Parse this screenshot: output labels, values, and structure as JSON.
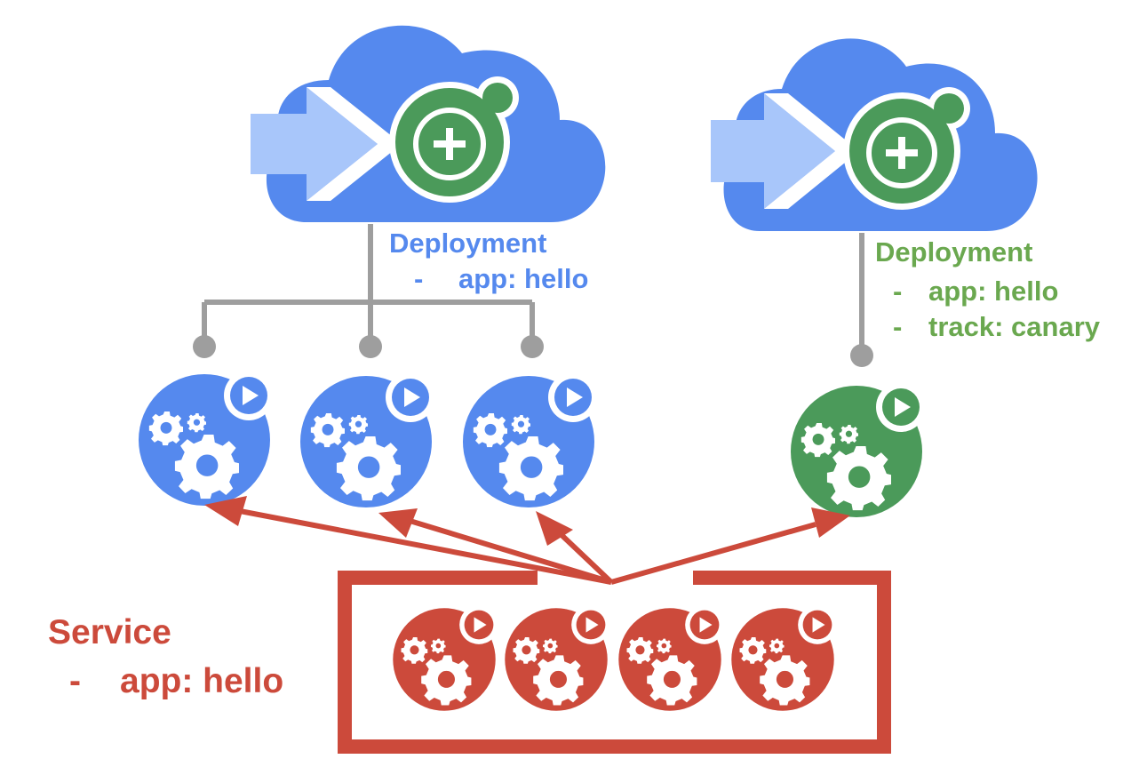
{
  "colors": {
    "blue": "#5589ee",
    "light_blue": "#a8c6fa",
    "green": "#4b9a5a",
    "label_green": "#6aa84f",
    "red": "#cc4a3b",
    "connector_gray": "#9e9e9e"
  },
  "icons": {
    "deployment": "cloud-deployment-icon",
    "pod": "gear-pod-icon",
    "pod_badge": "play-icon"
  },
  "deployments": [
    {
      "id": "stable",
      "color": "blue",
      "title": "Deployment",
      "labels": [
        "app: hello"
      ],
      "pod_count": 3
    },
    {
      "id": "canary",
      "color": "green",
      "title": "Deployment",
      "labels": [
        "app: hello",
        "track: canary"
      ],
      "pod_count": 1
    }
  ],
  "service": {
    "color": "red",
    "title": "Service",
    "labels": [
      "app: hello"
    ],
    "pod_count": 4,
    "routes_to_pods": 4
  },
  "text": {
    "bullet": "-",
    "stable_title": "Deployment",
    "stable_label_1": "app: hello",
    "canary_title": "Deployment",
    "canary_label_1": "app: hello",
    "canary_label_2": "track: canary",
    "service_title": "Service",
    "service_label_1": "app: hello"
  }
}
